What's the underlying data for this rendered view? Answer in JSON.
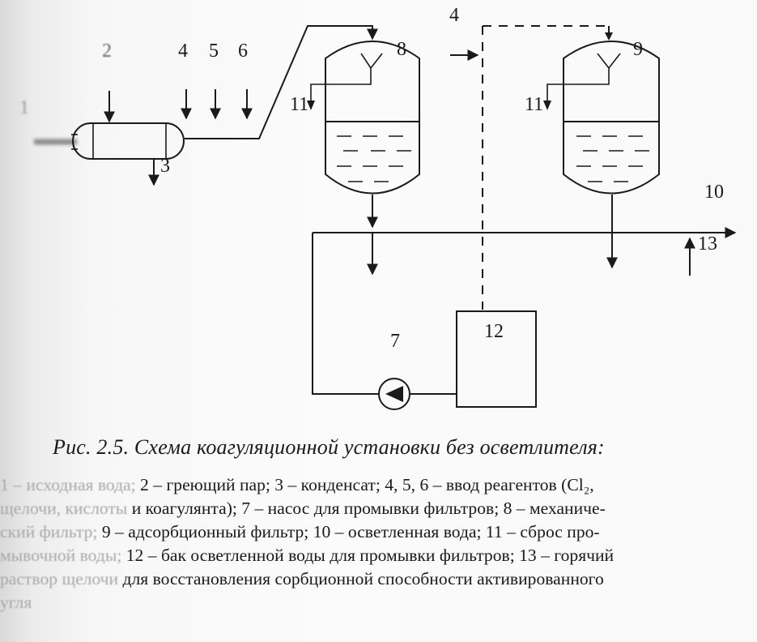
{
  "diagram": {
    "labels": {
      "l1": "1",
      "l2": "2",
      "l3": "3",
      "l4a": "4",
      "l5": "5",
      "l6": "6",
      "l4b": "4",
      "l7": "7",
      "l8": "8",
      "l9": "9",
      "l10": "10",
      "l11a": "11",
      "l11b": "11",
      "l12": "12",
      "l13": "13"
    }
  },
  "caption": "Рис. 2.5. Схема коагуляционной установки без осветлителя:",
  "legend": {
    "lines": [
      {
        "faded": "1 – исходная вода;",
        "text": " 2 – греющий пар; 3 – конденсат; 4, 5, 6 – ввод реагентов (Cl₂,"
      },
      {
        "faded": "щелочи, кислоты",
        "text": " и коагулянта); 7 – насос для промывки фильтров; 8 – механиче-"
      },
      {
        "faded": "ский фильтр;",
        "text": " 9 – адсорбционный фильтр; 10 – осветленная вода; 11 – сброс про-"
      },
      {
        "faded": "мывочной воды;",
        "text": " 12 – бак осветленной воды для промывки фильтров; 13 – горячий"
      },
      {
        "faded": "раствор щелочи",
        "text": " для восстановления сорбционной способности активированного"
      },
      {
        "faded": "угля",
        "text": ""
      }
    ]
  }
}
